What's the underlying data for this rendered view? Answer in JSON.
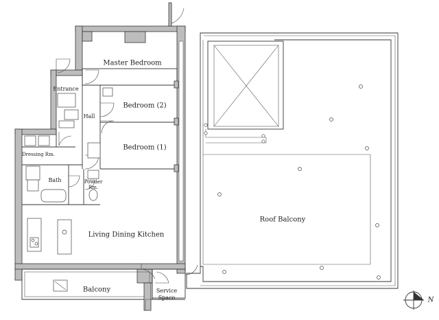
{
  "floor_plan": {
    "rooms": {
      "master_bedroom": "Master Bedroom",
      "bedroom_2": "Bedroom (2)",
      "bedroom_1": "Bedroom (1)",
      "entrance": "Entrance",
      "hall": "Hall",
      "dressing_rm": "Dressing Rm.",
      "bath": "Bath",
      "powder_rm_line1": "Powder",
      "powder_rm_line2": "Rm.",
      "living_dining_kitchen": "Living Dining Kitchen",
      "balcony": "Balcony",
      "service_space_line1": "Service",
      "service_space_line2": "Space",
      "roof_balcony": "Roof Balcony"
    },
    "compass": {
      "label": "N"
    },
    "colors": {
      "wall_fill": "#bdbdbd",
      "line": "#333333",
      "background": "#ffffff"
    }
  }
}
